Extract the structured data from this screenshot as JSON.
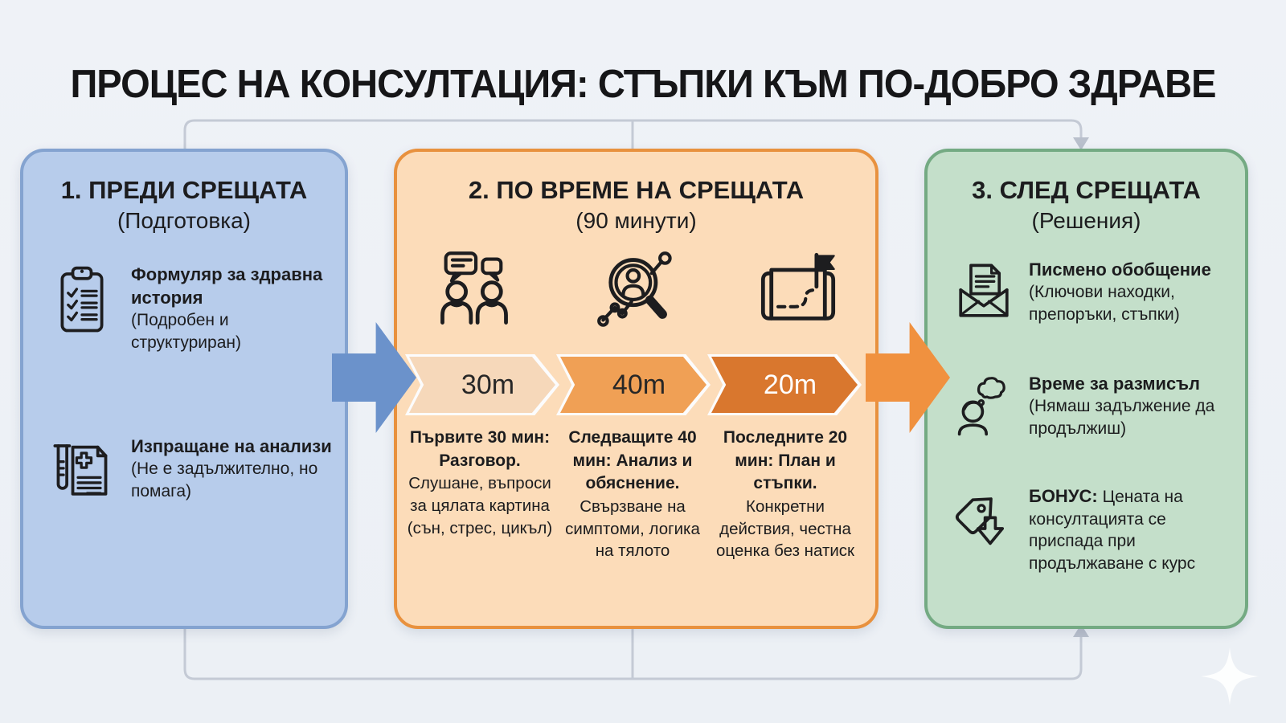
{
  "title": "ПРОЦЕС НА КОНСУЛТАЦИЯ: СТЪПКИ КЪМ ПО-ДОБРО ЗДРАВЕ",
  "panels": {
    "before": {
      "title": "1. ПРЕДИ СРЕЩАТА",
      "subtitle": "(Подготовка)",
      "items": [
        {
          "icon": "clipboard-checklist-icon",
          "bold": "Формуляр за здравна история",
          "normal": "(Подробен и структуриран)"
        },
        {
          "icon": "test-tube-document-icon",
          "bold": "Изпращане на анализи",
          "normal": "(Не е задължително, но помага)"
        }
      ]
    },
    "during": {
      "title": "2. ПО ВРЕМЕ НА СРЕЩАТА",
      "subtitle": "(90 минути)",
      "icons": [
        "conversation-icon",
        "analysis-magnifier-icon",
        "map-plan-icon"
      ],
      "timeline": [
        {
          "label": "30m",
          "color": "#f6d8ba",
          "text_color": "#272727"
        },
        {
          "label": "40m",
          "color": "#f0a055",
          "text_color": "#272727"
        },
        {
          "label": "20m",
          "color": "#d9772e",
          "text_color": "#ffffff"
        }
      ],
      "phases": [
        {
          "bold": "Първите 30 мин: Разговор.",
          "normal": "Слушане, въпроси за цялата картина (сън, стрес, цикъл)"
        },
        {
          "bold": "Следващите 40 мин: Анализ и обяснение.",
          "normal": "Свързване на симптоми, логика на тялото"
        },
        {
          "bold": "Последните 20 мин: План и стъпки.",
          "normal": "Конкретни действия, честна оценка без натиск"
        }
      ]
    },
    "after": {
      "title": "3. СЛЕД СРЕЩАТА",
      "subtitle": "(Решения)",
      "items": [
        {
          "icon": "envelope-summary-icon",
          "bold": "Писмено обобщение",
          "normal": "(Ключови находки, препоръки, стъпки)"
        },
        {
          "icon": "thinking-person-icon",
          "bold": "Време за размисъл",
          "normal": "(Нямаш задължение да продължиш)"
        },
        {
          "icon": "price-tag-discount-icon",
          "bold": "БОНУС:",
          "normal": "Цената на консултацията се приспада при продължаване с курс"
        }
      ]
    }
  },
  "colors": {
    "background": "#eef1f6",
    "panel_before_fill": "#b7cceb",
    "panel_before_border": "#84a3d0",
    "panel_during_fill": "#fcdcb9",
    "panel_during_border": "#e8913e",
    "panel_after_fill": "#c4dfca",
    "panel_after_border": "#74aa83",
    "arrow_blue": "#6b92cb",
    "arrow_orange": "#f0913f",
    "connector_line": "#c4cad5",
    "text": "#1c1c1e"
  }
}
